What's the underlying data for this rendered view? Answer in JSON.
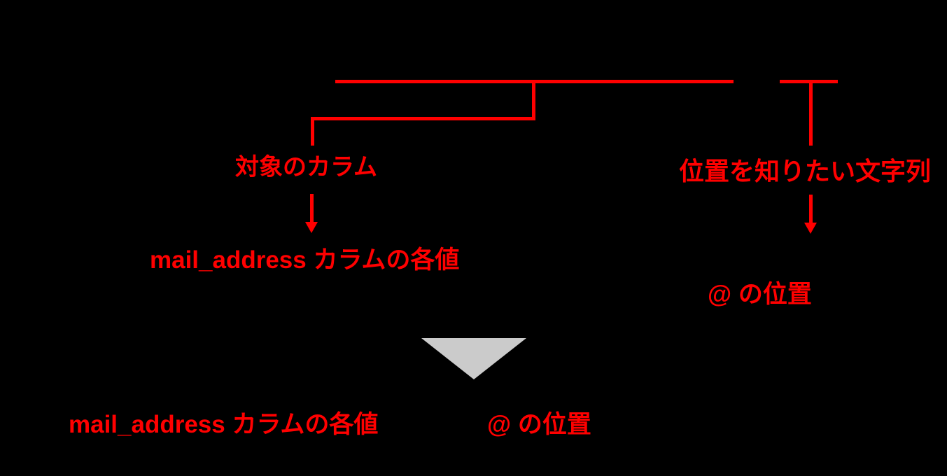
{
  "diagram": {
    "background_color": "#000000",
    "accent_color": "#ff0000",
    "result_triangle_color": "#cbcbcb",
    "annotations": {
      "target_column_label": "対象のカラム",
      "search_string_label": "位置を知りたい文字列",
      "column_values_label": "mail_address カラムの各値",
      "at_position_label": "@ の位置",
      "result_column_values_label": "mail_address カラムの各値",
      "result_at_position_label": "@ の位置"
    }
  }
}
